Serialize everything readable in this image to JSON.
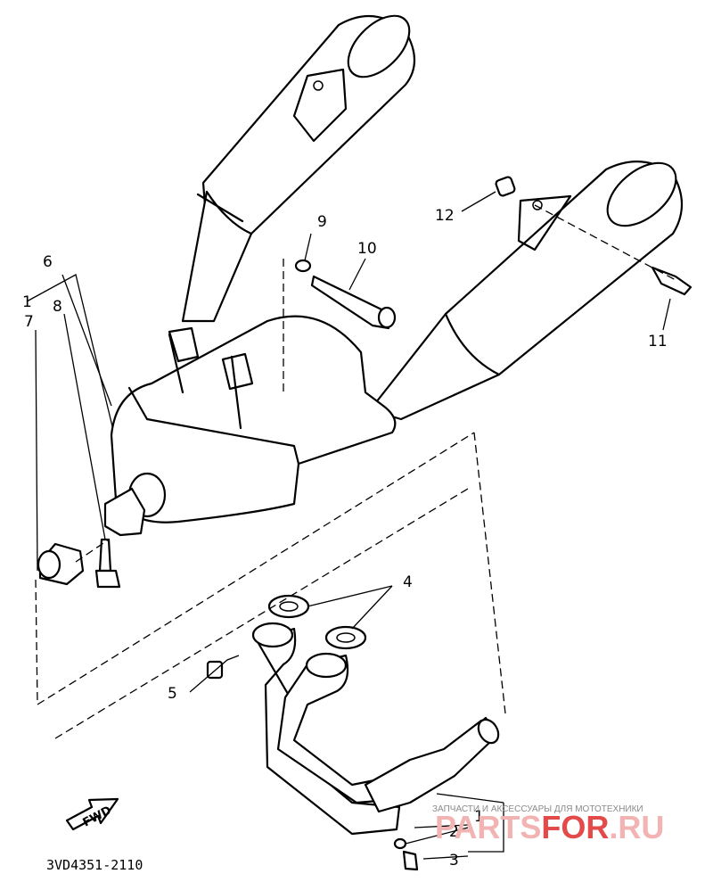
{
  "diagram_code": "3VD4351-2110",
  "fwd_label": "FWD",
  "callouts": {
    "c1": "1",
    "c2": "2",
    "c3": "3",
    "c4": "4",
    "c5": "5",
    "c6": "6",
    "c7": "7",
    "c8": "8",
    "c9": "9",
    "c10": "10",
    "c11": "11",
    "c12": "12"
  },
  "watermark": {
    "tagline": "ЗАПЧАСТИ И АКСЕССУАРЫ ДЛЯ МОТОТЕХНИКИ",
    "brand_left": "PARTS",
    "brand_mid": "FOR",
    "brand_tld": ".RU"
  }
}
